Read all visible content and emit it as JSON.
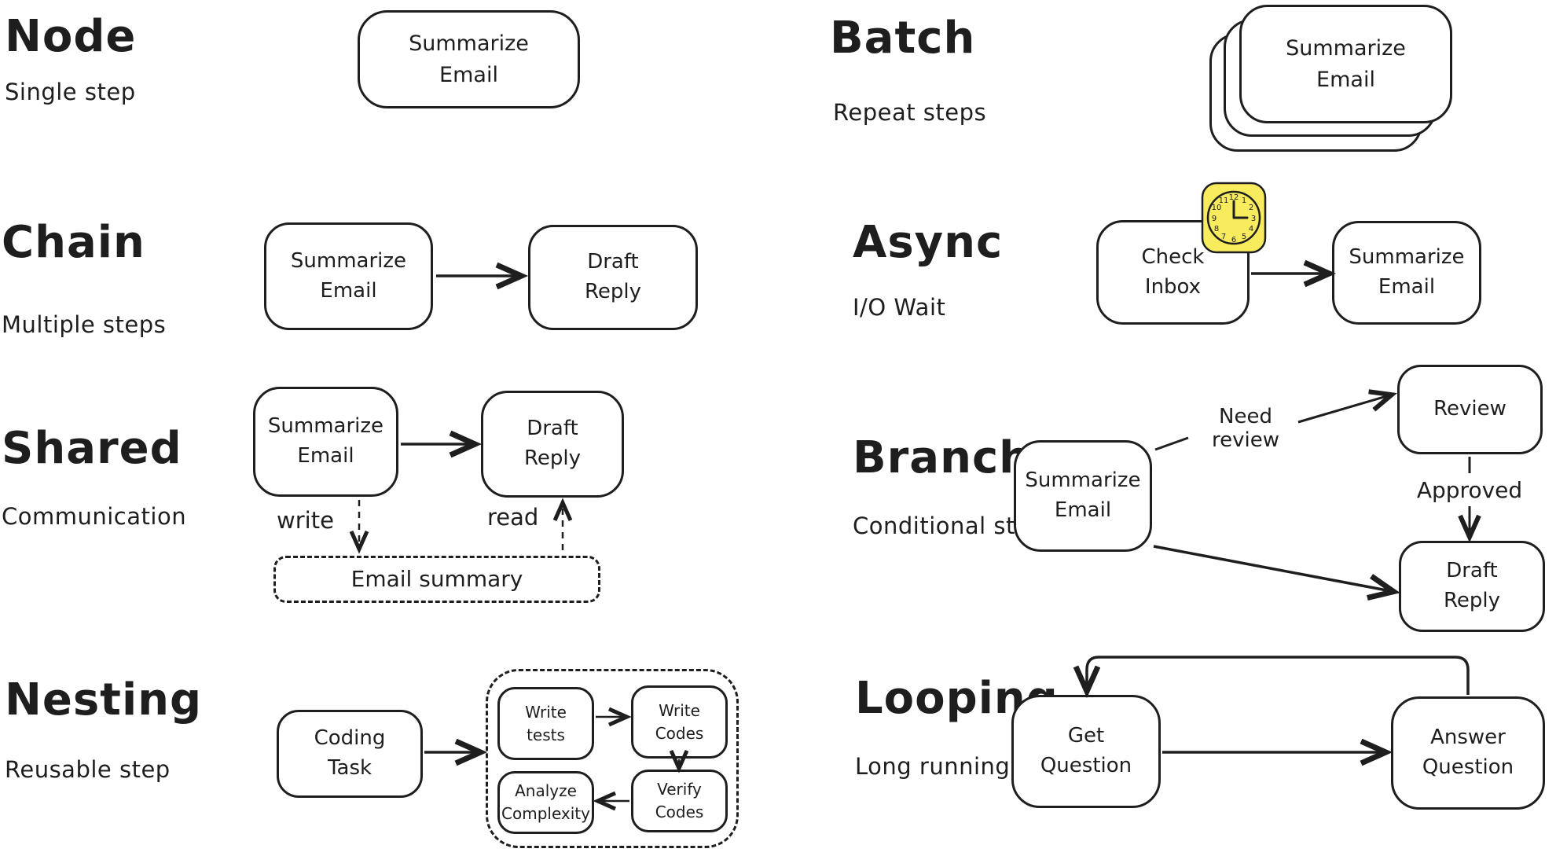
{
  "palette": {
    "ink": "#1e1e1e",
    "paper": "#ffffff",
    "clock_yellow": "#f8ec5e"
  },
  "sections": {
    "node": {
      "title": "Node",
      "subtitle": "Single step",
      "nodes": {
        "summarize": "Summarize\nEmail"
      }
    },
    "chain": {
      "title": "Chain",
      "subtitle": "Multiple steps",
      "nodes": {
        "summarize": "Summarize\nEmail",
        "draft": "Draft\nReply"
      }
    },
    "shared": {
      "title": "Shared",
      "subtitle": "Communication",
      "nodes": {
        "summarize": "Summarize\nEmail",
        "draft": "Draft\nReply",
        "store": "Email summary"
      },
      "labels": {
        "write": "write",
        "read": "read"
      }
    },
    "nesting": {
      "title": "Nesting",
      "subtitle": "Reusable step",
      "nodes": {
        "coding": "Coding\nTask",
        "write_tests": "Write\ntests",
        "write_codes": "Write\nCodes",
        "analyze": "Analyze\nComplexity",
        "verify": "Verify\nCodes"
      }
    },
    "batch": {
      "title": "Batch",
      "subtitle": "Repeat steps",
      "nodes": {
        "summarize": "Summarize\nEmail"
      }
    },
    "async": {
      "title": "Async",
      "subtitle": "I/O Wait",
      "nodes": {
        "check": "Check\nInbox",
        "summarize": "Summarize\nEmail"
      },
      "clock_numbers": [
        "12",
        "1",
        "2",
        "3",
        "4",
        "5",
        "6",
        "7",
        "8",
        "9",
        "10",
        "11"
      ]
    },
    "branch": {
      "title": "Branch",
      "subtitle": "Conditional step",
      "nodes": {
        "summarize": "Summarize\nEmail",
        "review": "Review",
        "draft": "Draft\nReply"
      },
      "labels": {
        "need_review": "Need\nreview",
        "approved": "Approved"
      }
    },
    "looping": {
      "title": "Looping",
      "subtitle": "Long running step",
      "nodes": {
        "get": "Get\nQuestion",
        "answer": "Answer\nQuestion"
      }
    }
  }
}
